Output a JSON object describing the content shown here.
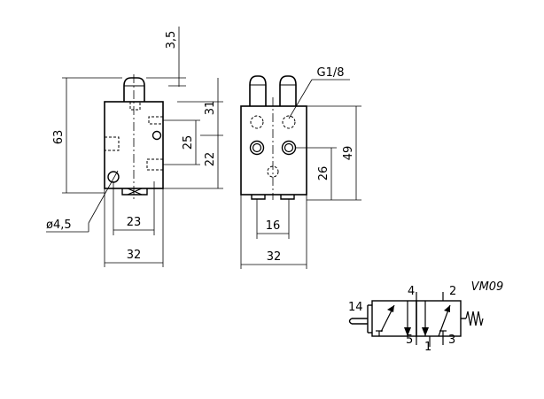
{
  "left_view": {
    "height_total": "63",
    "pin_height": "3,5",
    "upper_height": "31",
    "port_spacing": "25",
    "lower_height": "22",
    "hole_diameter": "ø4,5",
    "inner_width": "23",
    "outer_width": "32"
  },
  "right_view": {
    "thread": "G1/8",
    "body_height": "49",
    "port_height": "26",
    "port_spacing": "16",
    "outer_width": "32"
  },
  "symbol": {
    "code": "VM09",
    "port_14": "14",
    "port_4": "4",
    "port_2": "2",
    "port_5": "5",
    "port_1": "1",
    "port_3": "3"
  }
}
